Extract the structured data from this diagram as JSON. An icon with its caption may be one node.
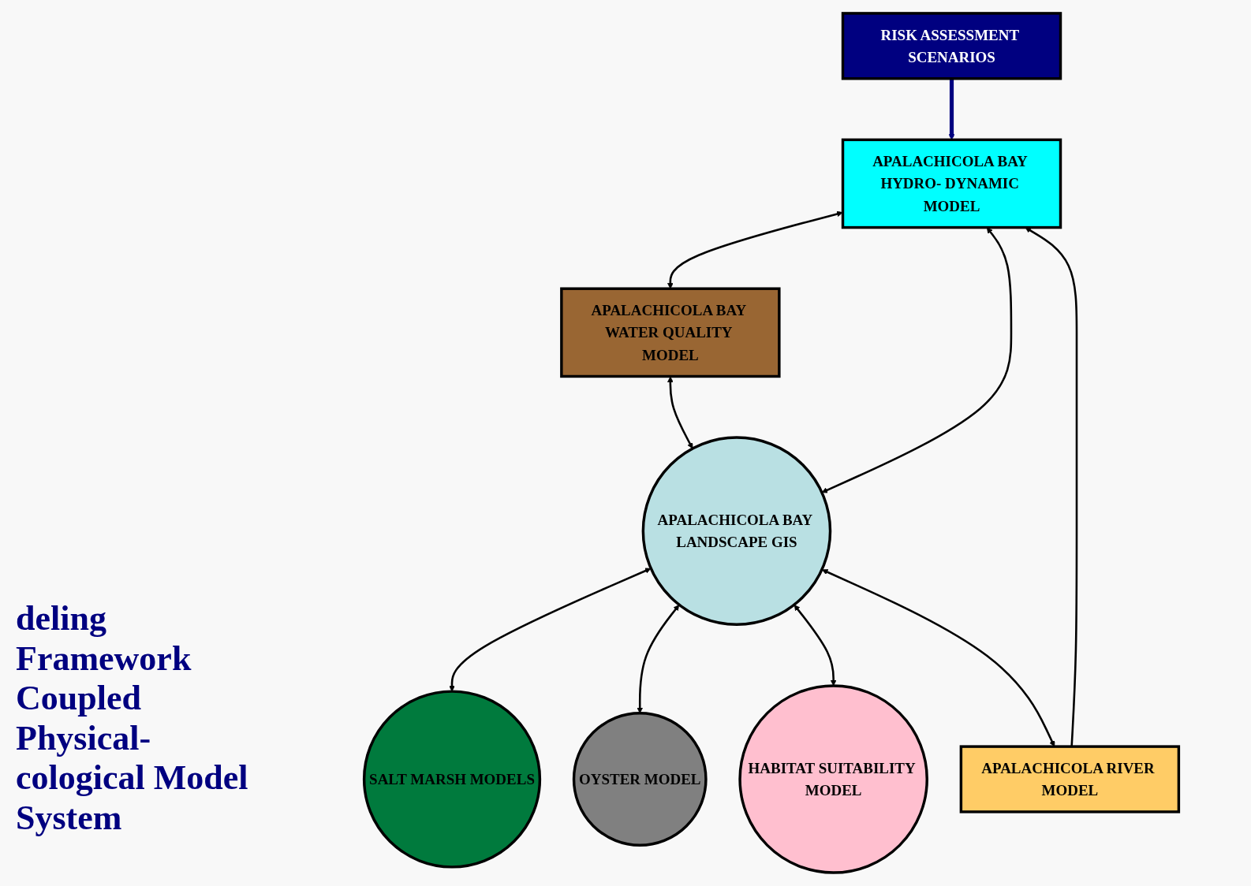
{
  "diagram": {
    "title": "deling Framework Coupled Physical- cological Model System",
    "nodes": [
      {
        "text": [
          "RISK ASSESSMENT SCENARIOS"
        ]
      },
      {
        "text": [
          "APALACHICOLA BAY WATER QUALITY MODEL"
        ]
      },
      {
        "text": [
          "APALACHICOLA BAY HYDRO- DYNAMIC MODEL"
        ]
      },
      {
        "text": [
          "SALT MARSH MODELS"
        ]
      },
      {
        "text": [
          "APALACHICOLA BAY LANDSCAPE GIS"
        ]
      },
      {
        "text": [
          "OYSTER MODEL"
        ]
      },
      {
        "text": [
          "HABITAT SUITABILITY MODEL"
        ]
      },
      {
        "text": [
          "APALACHICOLA RIVER MODEL"
        ]
      }
    ],
    "edges": [
      {
        "from": 0,
        "to": 2,
        "arrow": "to",
        "style": "thick",
        "color": "#000080"
      },
      {
        "from": 2,
        "to": 1,
        "arrow": "both"
      },
      {
        "from": 1,
        "to": 4,
        "arrow": "both"
      },
      {
        "from": 4,
        "to": 3,
        "arrow": "both"
      },
      {
        "from": 2,
        "to": 4,
        "arrow": "both"
      },
      {
        "from": 4,
        "to": 5,
        "arrow": "both"
      },
      {
        "from": 4,
        "to": 6,
        "arrow": "both"
      },
      {
        "from": 4,
        "to": 7,
        "arrow": "both"
      },
      {
        "from": 7,
        "to": 2,
        "arrow": "to"
      }
    ]
  }
}
